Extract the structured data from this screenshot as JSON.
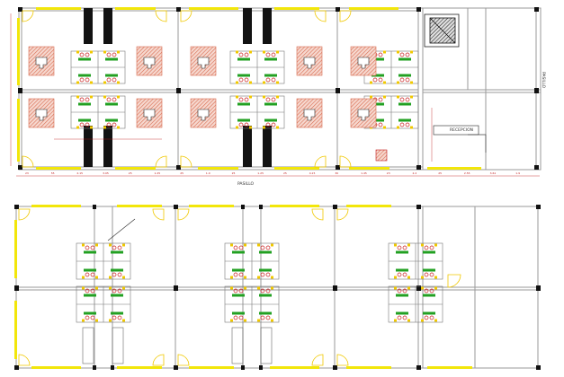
{
  "colors": {
    "wall": "#9a9a9a",
    "window": "#f2e60a",
    "column": "#111111",
    "door": "#f0c800",
    "furniture": "#555555",
    "hatch": "#d86a4e",
    "desk_green": "#22a022",
    "chair": "#c81818",
    "dimension": "#c01818",
    "dark_core": "#121212"
  },
  "plans": {
    "ground_floor": {
      "labels": {
        "pasillo_bottom": "PASILLO",
        "pasillo_right": "PASILLO",
        "recepcion": "RECEPCION"
      },
      "bottom_dimensions": [
        "23",
        "55",
        "2.15",
        "3.05",
        "25",
        "1.25",
        "25",
        "1.0",
        "25",
        "1.25",
        "25",
        "4.15",
        "30",
        "1.45",
        "23",
        "2.2",
        "25",
        "2.55",
        "3.61",
        "1.9"
      ]
    },
    "upper_floor": {
      "labels": {}
    }
  }
}
